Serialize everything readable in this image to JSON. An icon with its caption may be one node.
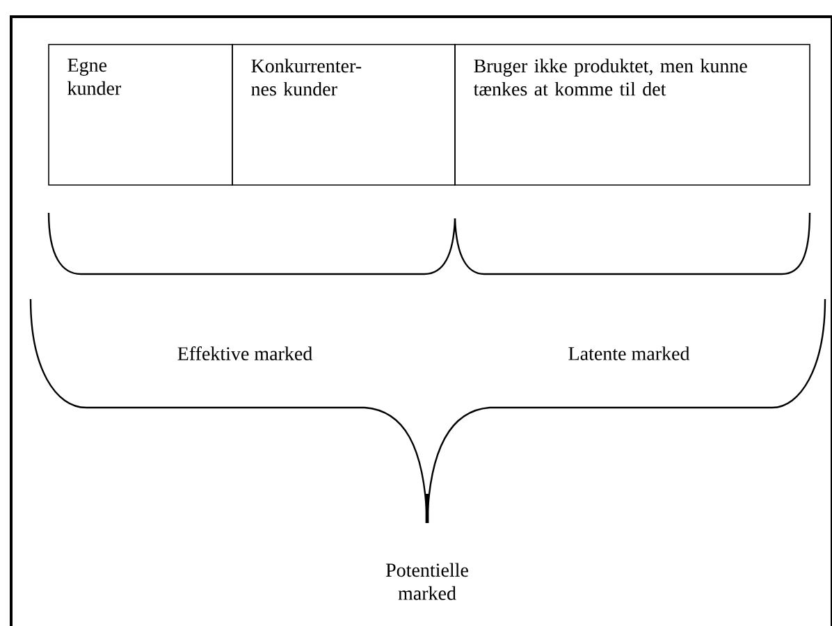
{
  "diagram": {
    "nodes": [
      {
        "text": [
          "Egne kunder"
        ]
      },
      {
        "text": [
          "Konkurrenter-nes kunder"
        ]
      },
      {
        "text": [
          "Bruger ikke produktet, men kunne tænkes at komme til det"
        ]
      }
    ],
    "labels": [
      "Effektive marked",
      "Latente marked",
      "Potentielle marked"
    ]
  }
}
